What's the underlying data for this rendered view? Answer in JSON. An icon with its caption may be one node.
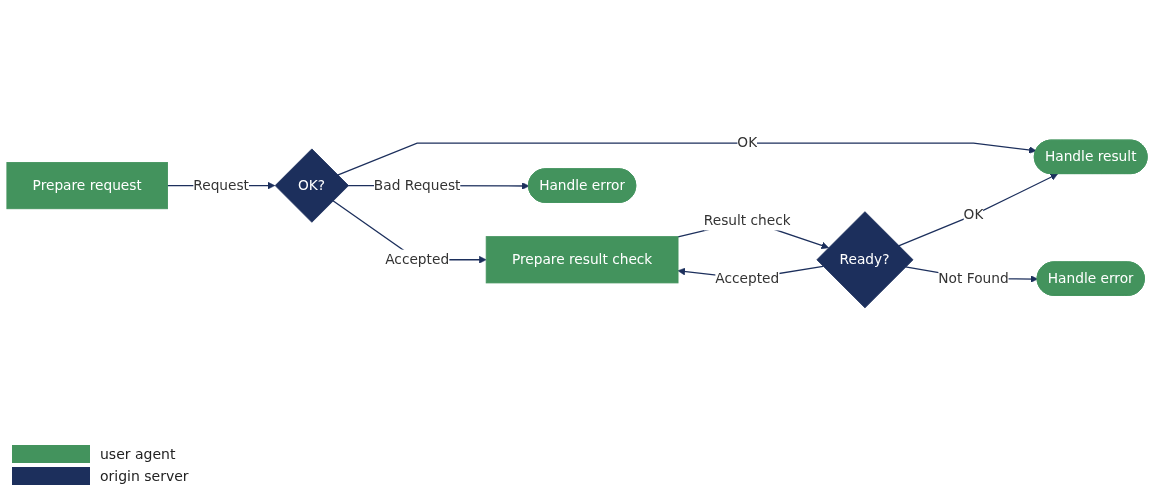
{
  "diagram": {
    "nodes": [
      {
        "text": [
          "Prepare request"
        ]
      },
      {
        "text": [
          "OK?"
        ]
      },
      {
        "text": [
          "Handle result"
        ]
      },
      {
        "text": [
          "Prepare result check"
        ]
      },
      {
        "text": [
          "Ready?"
        ]
      },
      {
        "text": [
          "Handle error"
        ]
      },
      {
        "text": [
          "Handle error"
        ]
      }
    ],
    "edges": [
      {
        "from": 0,
        "to": 1,
        "arrow": "to",
        "label": "Request"
      },
      {
        "from": 1,
        "to": 2,
        "arrow": "to",
        "label": "OK"
      },
      {
        "from": 1,
        "to": 3,
        "arrow": "to",
        "label": "Accepted"
      },
      {
        "from": 1,
        "to": 5,
        "arrow": "to",
        "label": "Bad Request"
      },
      {
        "from": 3,
        "to": 4,
        "arrow": "to",
        "label": "Result check"
      },
      {
        "from": 4,
        "to": 3,
        "arrow": "to",
        "label": "Accepted"
      },
      {
        "from": 4,
        "to": 2,
        "arrow": "to",
        "label": "OK"
      },
      {
        "from": 4,
        "to": 6,
        "arrow": "to",
        "label": "Not Found"
      }
    ],
    "legend": [
      {
        "text": "user agent",
        "color": "#43935d"
      },
      {
        "text": "origin server",
        "color": "#1c2f5c"
      }
    ]
  }
}
